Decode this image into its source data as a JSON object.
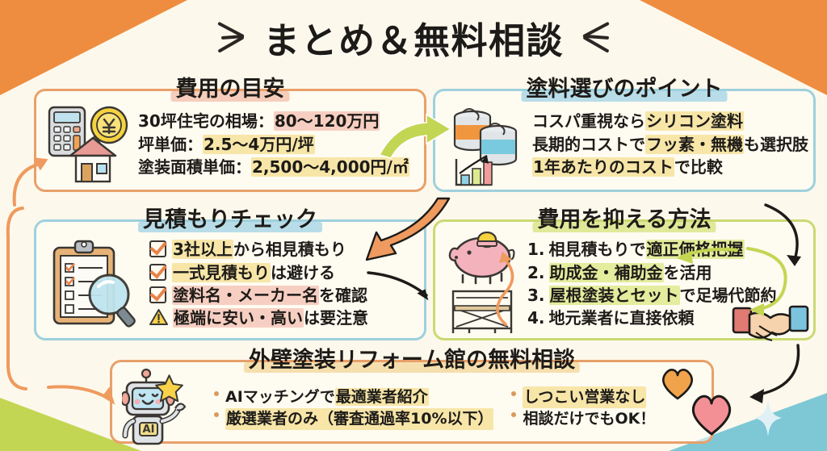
{
  "header": {
    "title": "まとめ＆無料相談",
    "decoration_left": "slash-marks",
    "decoration_right": "slash-marks"
  },
  "colors": {
    "background": "#fdf8ec",
    "corner_top": "#ee8d3f",
    "corner_bottom_left": "#c3d653",
    "corner_bottom_right": "#7ec8d6",
    "border_orange": "#e8a06a",
    "border_blue": "#9ed0dd",
    "border_green": "#cada72",
    "highlight_pink": "#f7cfc2",
    "highlight_yellow": "#f7e6a8",
    "highlight_green": "#e4ec9e",
    "arrow_green": "#c3d653",
    "arrow_orange": "#ef9a5e",
    "text": "#1d1b18"
  },
  "panels": {
    "cost": {
      "title": "費用の目安",
      "icons": [
        "calculator-icon",
        "yen-coin-icon",
        "house-icon"
      ],
      "lines": [
        {
          "prefix": "30坪住宅の相場：",
          "mark": "80〜120万円",
          "suffix": "",
          "mark_color": "pink"
        },
        {
          "prefix": "坪単価：",
          "mark": "2.5〜4万円/坪",
          "suffix": "",
          "mark_color": "yellow"
        },
        {
          "prefix": "塗装面積単価：",
          "mark": "2,500〜4,000円/㎡",
          "suffix": "",
          "mark_color": "yellow"
        }
      ]
    },
    "paint": {
      "title": "塗料選びのポイント",
      "icons": [
        "paint-can-icon",
        "bar-chart-icon"
      ],
      "lines": [
        {
          "prefix": "コスパ重視なら",
          "mark": "シリコン塗料",
          "suffix": "",
          "mark_color": "yellow"
        },
        {
          "prefix": "長期的コストで",
          "mark": "フッ素・無機",
          "suffix": "も選択肢",
          "mark_color": "yellow"
        },
        {
          "prefix": "",
          "mark": "1年あたりのコスト",
          "suffix": "で比較",
          "mark_color": "yellow"
        }
      ]
    },
    "estimate": {
      "title": "見積もりチェック",
      "icons": [
        "clipboard-icon",
        "magnifier-icon"
      ],
      "items": [
        {
          "marker": "check",
          "prefix": "",
          "mark": "3社以上",
          "suffix": "から相見積もり",
          "mark_color": "yellow"
        },
        {
          "marker": "check",
          "prefix": "",
          "mark": "一式見積もり",
          "suffix": "は避ける",
          "mark_color": "yellow"
        },
        {
          "marker": "check",
          "prefix": "",
          "mark": "塗料名・メーカー名",
          "suffix": "を確認",
          "mark_color": "pink"
        },
        {
          "marker": "warning",
          "prefix": "",
          "mark": "極端に安い・高い",
          "suffix": "は要注意",
          "mark_color": "pink"
        }
      ]
    },
    "save": {
      "title": "費用を抑える方法",
      "icons": [
        "piggy-bank-icon",
        "scaffolding-icon",
        "handshake-icon"
      ],
      "items": [
        {
          "num": "1.",
          "prefix": "相見積もりで",
          "mark": "適正価格把握",
          "suffix": "",
          "mark_color": "green"
        },
        {
          "num": "2.",
          "prefix": "",
          "mark": "助成金・補助金",
          "suffix": "を活用",
          "mark_color": "green"
        },
        {
          "num": "3.",
          "prefix": "",
          "mark": "屋根塗装とセット",
          "suffix": "で足場代節約",
          "mark_color": "green"
        },
        {
          "num": "4.",
          "prefix": "地元業者に直接依頼",
          "mark": "",
          "suffix": "",
          "mark_color": "green"
        }
      ]
    },
    "consult": {
      "title": "外壁塗装リフォーム館の無料相談",
      "icons": [
        "ai-robot-icon",
        "star-icon",
        "heart-orange-icon",
        "heart-pink-icon"
      ],
      "left_items": [
        {
          "prefix": "AIマッチングで",
          "mark": "最適業者紹介",
          "suffix": "",
          "mark_color": "yellow"
        },
        {
          "prefix": "厳選業者のみ（審査通過率10%以下）",
          "mark": "",
          "suffix": "",
          "mark_color": "yellow"
        }
      ],
      "right_items": [
        {
          "prefix": "",
          "mark": "しつこい営業なし",
          "suffix": "",
          "mark_color": "yellow"
        },
        {
          "prefix": "相談だけでもOK！",
          "mark": "",
          "suffix": "",
          "mark_color": "yellow"
        }
      ]
    }
  },
  "robot_label": "AI",
  "arrows": [
    {
      "name": "arrow-cost-to-paint",
      "direction": "right",
      "color": "green"
    },
    {
      "name": "arrow-paint-to-estimate",
      "direction": "down-left",
      "color": "orange"
    },
    {
      "name": "arrow-estimate-to-save",
      "direction": "right",
      "color": "black"
    },
    {
      "name": "arrow-save-to-consult",
      "direction": "down-left",
      "color": "black"
    },
    {
      "name": "arrow-left-into-cost",
      "direction": "up-right",
      "color": "orange"
    },
    {
      "name": "arrow-left-into-consult",
      "direction": "right",
      "color": "orange"
    }
  ]
}
